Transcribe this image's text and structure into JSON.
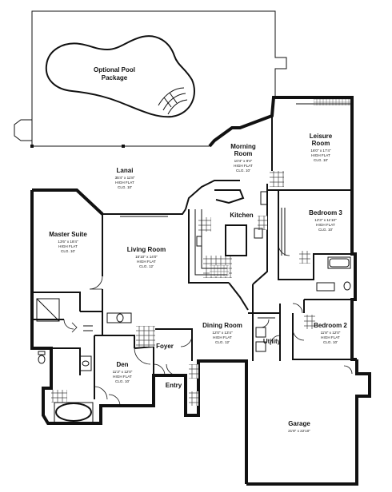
{
  "rooms": {
    "pool": {
      "name": "Optional Pool",
      "name2": "Package"
    },
    "leisure": {
      "name": "Leisure",
      "name2": "Room",
      "dims": "16'0\" x 17'4\"",
      "ceiling1": "HIGH FLAT",
      "ceiling2": "CLG. 10'"
    },
    "morning": {
      "name": "Morning",
      "name2": "Room",
      "dims": "10'4\" x 9'4\"",
      "ceiling1": "HIGH FLAT",
      "ceiling2": "CLG. 10'"
    },
    "lanai": {
      "name": "Lanai",
      "dims": "35'4\" x 11'8\"",
      "ceiling1": "HIGH FLAT",
      "ceiling2": "CLG. 10'"
    },
    "kitchen": {
      "name": "Kitchen"
    },
    "bedroom3": {
      "name": "Bedroom 3",
      "dims": "12'3\" x 11'10\"",
      "ceiling1": "HIGH FLAT",
      "ceiling2": "CLG. 10'"
    },
    "master": {
      "name": "Master Suite",
      "dims": "13'6\" x 18'4\"",
      "ceiling1": "HIGH FLAT",
      "ceiling2": "CLG. 10'"
    },
    "living": {
      "name": "Living Room",
      "dims": "15'10\" x 14'0\"",
      "ceiling1": "HIGH FLAT",
      "ceiling2": "CLG. 12'"
    },
    "dining": {
      "name": "Dining Room",
      "dims": "12'0\" x 13'4\"",
      "ceiling1": "HIGH FLAT",
      "ceiling2": "CLG. 12'"
    },
    "bedroom2": {
      "name": "Bedroom 2",
      "dims": "11'8\" x 12'0\"",
      "ceiling1": "HIGH FLAT",
      "ceiling2": "CLG. 10'"
    },
    "foyer": {
      "name": "Foyer"
    },
    "utility": {
      "name": "Utility"
    },
    "den": {
      "name": "Den",
      "dims": "11'3\" x 12'0\"",
      "ceiling1": "HIGH FLAT",
      "ceiling2": "CLG. 10'"
    },
    "entry": {
      "name": "Entry"
    },
    "garage": {
      "name": "Garage",
      "dims": "21'8\" x 22'10\""
    }
  }
}
